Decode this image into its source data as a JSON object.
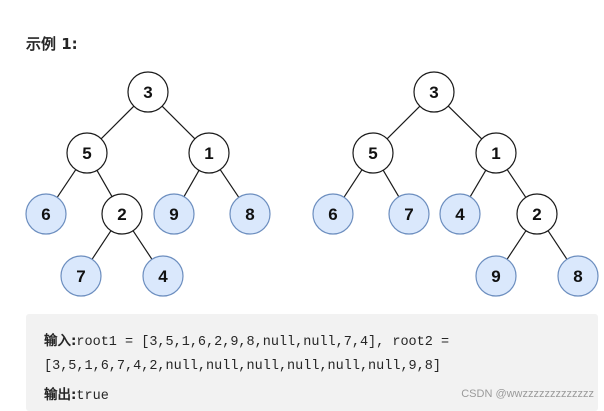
{
  "heading": "示例 1:",
  "trees": [
    {
      "nodes": [
        {
          "id": "t1n3",
          "label": "3",
          "style": "white"
        },
        {
          "id": "t1n5",
          "label": "5",
          "style": "white"
        },
        {
          "id": "t1n1",
          "label": "1",
          "style": "white"
        },
        {
          "id": "t1n6",
          "label": "6",
          "style": "leaf"
        },
        {
          "id": "t1n2",
          "label": "2",
          "style": "white"
        },
        {
          "id": "t1n9",
          "label": "9",
          "style": "leaf"
        },
        {
          "id": "t1n8",
          "label": "8",
          "style": "leaf"
        },
        {
          "id": "t1n7",
          "label": "7",
          "style": "leaf"
        },
        {
          "id": "t1n4",
          "label": "4",
          "style": "leaf"
        }
      ],
      "edges": [
        [
          "t1n3",
          "t1n5"
        ],
        [
          "t1n3",
          "t1n1"
        ],
        [
          "t1n5",
          "t1n6"
        ],
        [
          "t1n5",
          "t1n2"
        ],
        [
          "t1n1",
          "t1n9"
        ],
        [
          "t1n1",
          "t1n8"
        ],
        [
          "t1n2",
          "t1n7"
        ],
        [
          "t1n2",
          "t1n4"
        ]
      ]
    },
    {
      "nodes": [
        {
          "id": "t2n3",
          "label": "3",
          "style": "white"
        },
        {
          "id": "t2n5",
          "label": "5",
          "style": "white"
        },
        {
          "id": "t2n1",
          "label": "1",
          "style": "white"
        },
        {
          "id": "t2n6",
          "label": "6",
          "style": "leaf"
        },
        {
          "id": "t2n7",
          "label": "7",
          "style": "leaf"
        },
        {
          "id": "t2n4",
          "label": "4",
          "style": "leaf"
        },
        {
          "id": "t2n2",
          "label": "2",
          "style": "white"
        },
        {
          "id": "t2n9",
          "label": "9",
          "style": "leaf"
        },
        {
          "id": "t2n8",
          "label": "8",
          "style": "leaf"
        }
      ],
      "edges": [
        [
          "t2n3",
          "t2n5"
        ],
        [
          "t2n3",
          "t2n1"
        ],
        [
          "t2n5",
          "t2n6"
        ],
        [
          "t2n5",
          "t2n7"
        ],
        [
          "t2n1",
          "t2n4"
        ],
        [
          "t2n1",
          "t2n2"
        ],
        [
          "t2n2",
          "t2n9"
        ],
        [
          "t2n2",
          "t2n8"
        ]
      ]
    }
  ],
  "colors": {
    "inner_fill": "#ffffff",
    "leaf_fill": "#dae8fc",
    "leaf_stroke": "#6c8ebf"
  },
  "example": {
    "input_label": "输入:",
    "input_line1": "root1 = [3,5,1,6,2,9,8,null,null,7,4], root2 =",
    "input_line2": "[3,5,1,6,7,4,2,null,null,null,null,null,null,9,8]",
    "output_label": "输出:",
    "output_value": "true"
  },
  "watermark": "CSDN @wwzzzzzzzzzzzzz"
}
